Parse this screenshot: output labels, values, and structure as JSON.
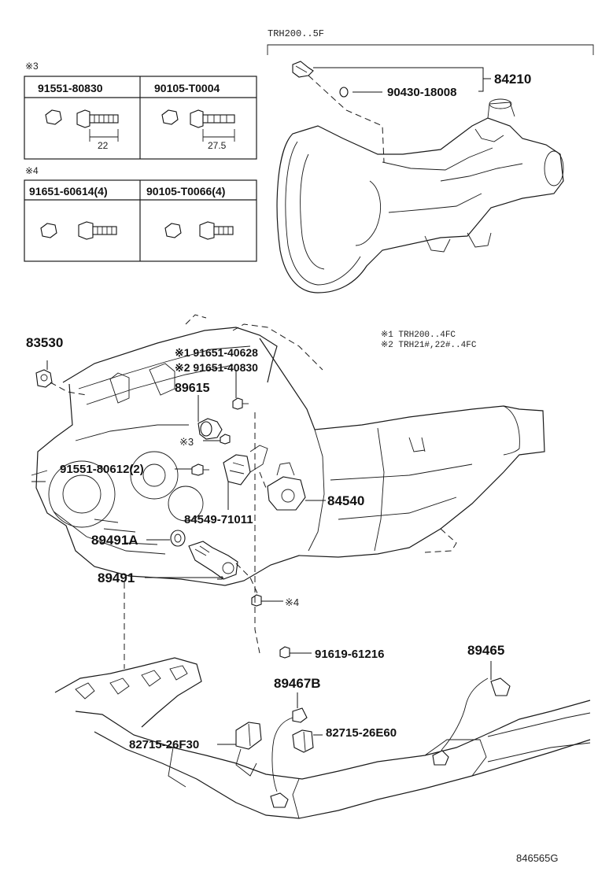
{
  "header": {
    "engine_label": "TRH200..5F"
  },
  "table3": {
    "mark": "※3",
    "col1_part": "91551-80830",
    "col2_part": "90105-T0004",
    "col1_dim": "22",
    "col2_dim": "27.5"
  },
  "table4": {
    "mark": "※4",
    "col1_part": "91651-60614(4)",
    "col2_part": "90105-T0066(4)"
  },
  "notes": {
    "note1": "※1 TRH200..4FC",
    "note2": "※2 TRH21#,22#..4FC"
  },
  "callouts": {
    "c84210": "84210",
    "c90430": "90430-18008",
    "c83530": "83530",
    "c91651_40628": "※1  91651-40628",
    "c91651_40830": "※2  91651-40830",
    "c89615": "89615",
    "c_mark3": "※3",
    "c91551_80612": "91551-80612(2)",
    "c84540": "84540",
    "c84549": "84549-71011",
    "c89491A": "89491A",
    "c89491": "89491",
    "c_mark4": "※4",
    "c91619": "91619-61216",
    "c89465": "89465",
    "c89467B": "89467B",
    "c82715_26E60": "82715-26E60",
    "c82715_26F30": "82715-26F30"
  },
  "footer": {
    "diagram_id": "846565G"
  }
}
